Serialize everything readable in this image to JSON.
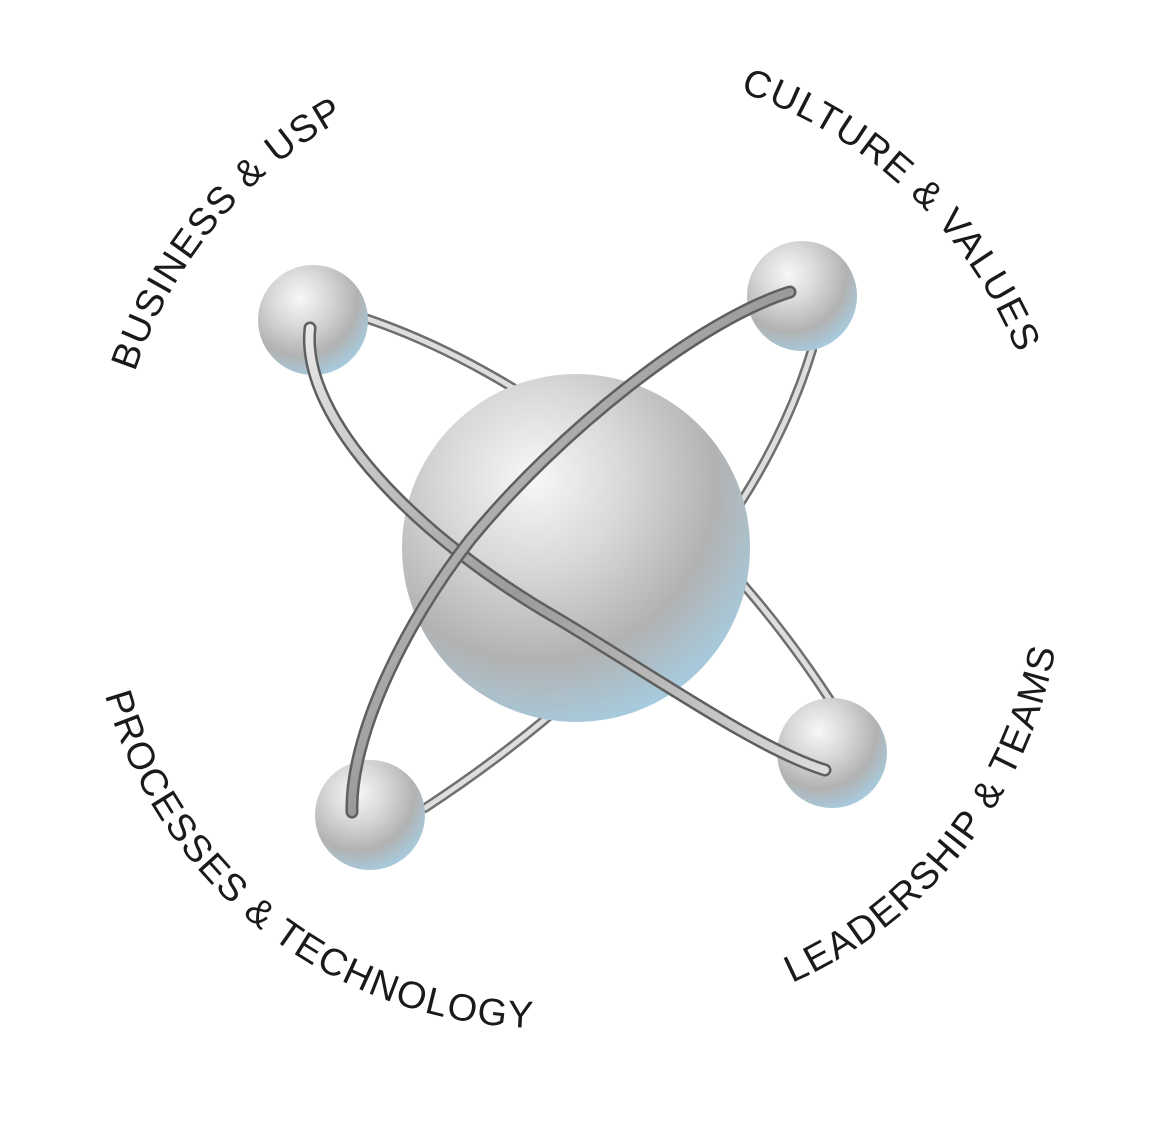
{
  "labels": {
    "business": "BUSINESS & USP",
    "culture": "CULTURE & VALUES",
    "leadership": "LEADERSHIP & TEAMS",
    "processes": "PROCESSES & TECHNOLOGY"
  },
  "colors": {
    "text": "#1a1a1a",
    "sphere_highlight": "#f4f4f4",
    "sphere_mid": "#b8b8b8",
    "sphere_shadow": "#9fc6dc",
    "ring": "#c9c9c9",
    "background": "#ffffff"
  }
}
